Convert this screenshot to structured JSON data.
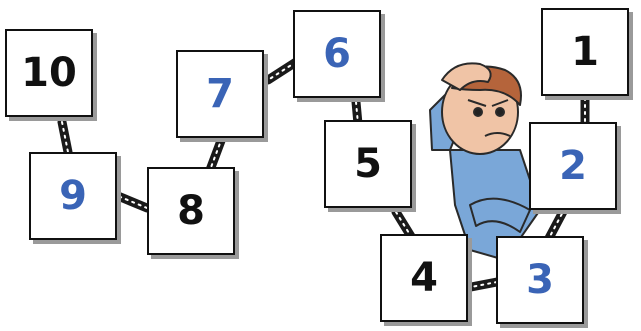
{
  "colors": {
    "dark_number": "#111111",
    "blue_number": "#3a64b6",
    "connector": "#1a1a1a",
    "connector_dots": "#ffffff"
  },
  "cards": [
    {
      "id": "1",
      "label": "1",
      "style": "dark"
    },
    {
      "id": "2",
      "label": "2",
      "style": "blue"
    },
    {
      "id": "3",
      "label": "3",
      "style": "blue"
    },
    {
      "id": "4",
      "label": "4",
      "style": "dark"
    },
    {
      "id": "5",
      "label": "5",
      "style": "dark"
    },
    {
      "id": "6",
      "label": "6",
      "style": "blue"
    },
    {
      "id": "7",
      "label": "7",
      "style": "blue"
    },
    {
      "id": "8",
      "label": "8",
      "style": "dark"
    },
    {
      "id": "9",
      "label": "9",
      "style": "blue"
    },
    {
      "id": "10",
      "label": "10",
      "style": "dark"
    }
  ],
  "illustration": {
    "icon": "confused-man-scratching-head"
  }
}
